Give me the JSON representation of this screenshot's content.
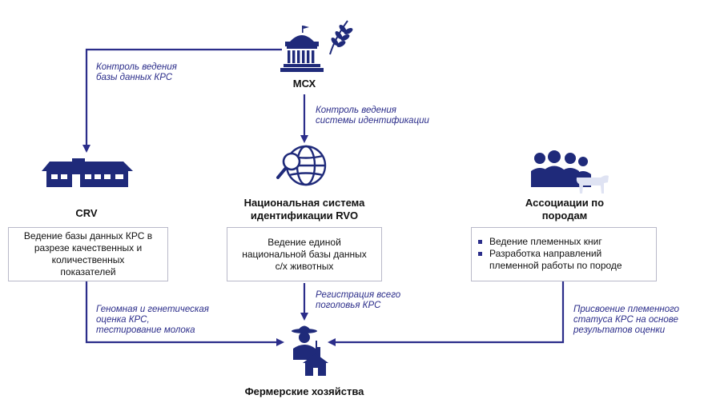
{
  "nodes": {
    "mcx": {
      "label": "МСХ"
    },
    "crv": {
      "label": "CRV",
      "box": [
        "Ведение базы данных КРС в",
        "разрезе качественных и",
        "количественных",
        "показателей"
      ]
    },
    "rvo": {
      "label_lines": [
        "Национальная система",
        "идентификации RVO"
      ],
      "box": [
        "Ведение единой",
        "национальной базы данных",
        "с/х животных"
      ]
    },
    "assoc": {
      "label_lines": [
        "Ассоциации по",
        "породам"
      ],
      "bullets": [
        "Ведение племенных книг",
        "Разработка направлений"
      ],
      "bullet_continuation": "племенной работы по породе"
    },
    "farms": {
      "label": "Фермерские хозяйства"
    }
  },
  "edges": {
    "mcx_to_crv": [
      "Контроль ведения",
      "базы данных КРС"
    ],
    "mcx_to_rvo": [
      "Контроль ведения",
      "системы идентификации"
    ],
    "rvo_to_farms": [
      "Регистрация всего",
      "поголовья КРС"
    ],
    "crv_to_farms": [
      "Геномная и генетическая",
      "оценка КРС,",
      "тестирование молока"
    ],
    "assoc_to_farms": [
      "Присвоение племенного",
      "статуса КРС на основе",
      "результатов оценки"
    ]
  },
  "colors": {
    "arrow": "#2b2d8a",
    "icon": "#1f2a7a",
    "label": "#2b2d8a",
    "cow": "#dfe3f3"
  },
  "icons": [
    "ministry-building-icon",
    "wheat-icon",
    "house-icon",
    "globe-search-icon",
    "people-group-icon",
    "cow-icon",
    "farmer-icon",
    "barn-icon"
  ]
}
